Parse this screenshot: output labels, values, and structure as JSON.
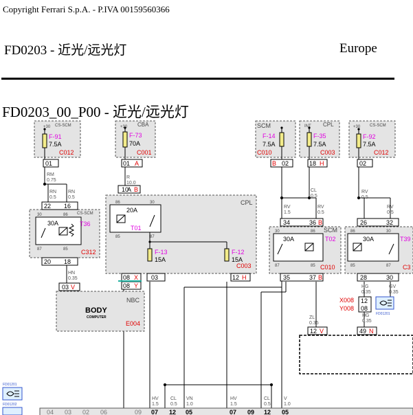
{
  "header": {
    "copyright": "Copyright Ferrari S.p.A. - P.IVA 00159560366",
    "doc_title": "FD0203 - 近光/远光灯",
    "region": "Europe",
    "section_title": "FD0203_00_P00 - 近光/远光灯"
  },
  "colors": {
    "fuse_fill": "#f3ec8a",
    "component_fill": "#e4e4e4",
    "magenta_label": "#e000e0",
    "red_label": "#e00000",
    "link_blue": "#3355cc",
    "teal_marker": "#20b0a0"
  },
  "fuses": [
    {
      "module": "CS-SCM",
      "pin_top": "+30",
      "label": "F-91",
      "rating": "7.5A",
      "connector": "C012",
      "pin": "01"
    },
    {
      "module": "CBA",
      "pin_top": "+30",
      "label": "F-73",
      "rating": "70A",
      "connector": "C001",
      "pin": "01",
      "pin_suffix": "A"
    },
    {
      "module": "SCM",
      "pin_top": "",
      "label": "F-14",
      "rating": "7.5A",
      "connector": "C010",
      "pin": "02",
      "pin_suffix": "B"
    },
    {
      "module": "CPL",
      "pin_top": "INT",
      "label": "F-35",
      "rating": "7.5A",
      "connector": "C003",
      "pin": "18",
      "pin_suffix": "H"
    },
    {
      "module": "CS-SCM",
      "pin_top": "+30",
      "label": "F-92",
      "rating": "7.5A",
      "connector": "C012",
      "pin": "02"
    }
  ],
  "relays": [
    {
      "label": "T36",
      "rating": "30A",
      "module": "CS-SCM",
      "connector": "C312",
      "pins": [
        "30",
        "86",
        "87",
        "85"
      ],
      "conn_pins": [
        "22",
        "16",
        "20",
        "18"
      ]
    },
    {
      "label": "T01",
      "rating": "20A",
      "module": "CPL",
      "connector": "C003",
      "pins": [
        "86",
        "30",
        "85",
        "87"
      ]
    },
    {
      "label": "T02",
      "rating": "30A",
      "module": "SCM",
      "connector": "C010",
      "pins": [
        "30",
        "86",
        "87",
        "85"
      ],
      "conn_pins": [
        "34",
        "36",
        "35",
        "37"
      ],
      "conn_suffix": [
        "",
        "B",
        "",
        "B"
      ]
    },
    {
      "label": "T39",
      "rating": "30A",
      "module": "CS-SCM",
      "connector": "C3",
      "pins": [
        "86",
        "30",
        "85",
        "87"
      ],
      "conn_pins": [
        "26",
        "32",
        "28",
        "30"
      ]
    }
  ],
  "cpl_fuses": [
    {
      "label": "F-13",
      "rating": "15A"
    },
    {
      "label": "F-12",
      "rating": "15A"
    }
  ],
  "cpl_module": {
    "name": "CPL",
    "connector": "C003",
    "pins": [
      "08",
      "08",
      "03",
      "12"
    ],
    "pin_suffixes": [
      "X",
      "Y",
      "",
      "H"
    ],
    "relay_in": "10",
    "relay_in_suffix": "A",
    "relay_in_conn": "B"
  },
  "body_computer": {
    "title": "BODY",
    "subtitle": "COMPUTER",
    "module": "NBC",
    "connector": "E004",
    "pin": "03",
    "pin_suffix": "V"
  },
  "wires": [
    {
      "code": "RM",
      "gauge": "0.75"
    },
    {
      "code": "RN",
      "gauge": "0.5"
    },
    {
      "code": "RN",
      "gauge": "0.5"
    },
    {
      "code": "R",
      "gauge": "10.0"
    },
    {
      "code": "HN",
      "gauge": "0.35"
    },
    {
      "code": "CL",
      "gauge": "0.5"
    },
    {
      "code": "RV",
      "gauge": "1.5"
    },
    {
      "code": "RV",
      "gauge": "0.5"
    },
    {
      "code": "RV",
      "gauge": "0.5"
    },
    {
      "code": "RV",
      "gauge": "0.5"
    },
    {
      "code": "ZL",
      "gauge": "0.35"
    },
    {
      "code": "HG",
      "gauge": "0.35"
    },
    {
      "code": "HG",
      "gauge": "0.35"
    },
    {
      "code": "GV",
      "gauge": "0.35"
    },
    {
      "code": "HV",
      "gauge": "1.5"
    },
    {
      "code": "CL",
      "gauge": "0.5"
    },
    {
      "code": "VN",
      "gauge": "1.0"
    },
    {
      "code": "HV",
      "gauge": "1.5"
    },
    {
      "code": "CL",
      "gauge": "0.5"
    },
    {
      "code": "V",
      "gauge": "1.0"
    }
  ],
  "connectors": {
    "x008": "X008",
    "y008": "Y008",
    "pin12": "12",
    "pin08": "08",
    "conn12v": "12",
    "conn12v_suffix": "V",
    "conn49": "49",
    "conn49_suffix": "N",
    "bottom_pins": [
      "04",
      "03",
      "02",
      "06",
      "09",
      "07",
      "12",
      "05",
      "07",
      "09",
      "12",
      "05"
    ]
  },
  "links": [
    {
      "ref": "FD01201"
    },
    {
      "ref": "FD01202"
    },
    {
      "ref": "FD01201"
    }
  ]
}
